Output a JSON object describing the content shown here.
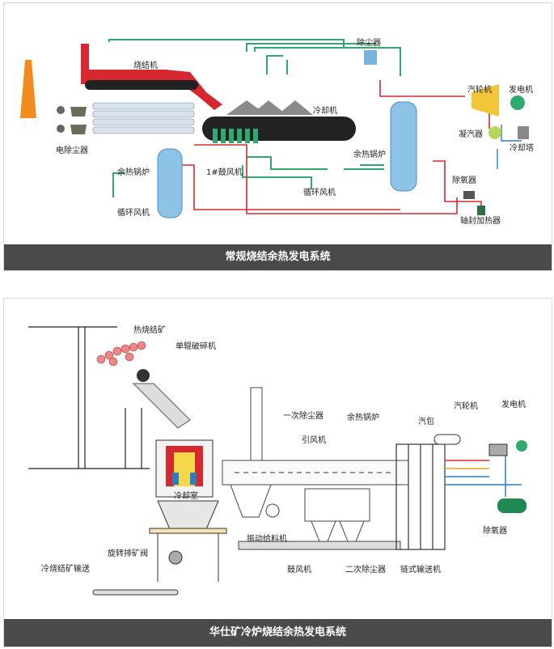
{
  "top": {
    "caption": "常规烧结余热发电系统",
    "labels": {
      "sinter": "烧结机",
      "dust_collector": "除尘器",
      "cooler": "冷却机",
      "turbine": "汽轮机",
      "generator": "发电机",
      "condenser": "凝汽器",
      "cooling_tower": "冷却塔",
      "waste_boiler_right": "余热锅炉",
      "deaerator": "除氧器",
      "gland_heater": "轴封加热器",
      "electrostatic": "电除尘器",
      "waste_boiler_left": "余热锅炉",
      "blower": "1#鼓风机",
      "circ_fan_mid": "循环风机",
      "circ_fan_left": "循环风机"
    }
  },
  "bottom": {
    "caption": "华仕矿冷炉烧结余热发电系统",
    "labels": {
      "hot_ore": "热烧结矿",
      "crusher": "单辊破碎机",
      "primary_dust": "一次除尘器",
      "induced_fan": "引风机",
      "waste_boiler": "余热锅炉",
      "drum": "汽包",
      "turbine": "汽轮机",
      "generator": "发电机",
      "cooling_chamber": "冷却室",
      "rotary_valve": "旋转排矿阀",
      "cold_conveyor": "冷烧结矿输送",
      "vib_feeder": "振动给料机",
      "blower": "鼓风机",
      "secondary_dust": "二次除尘器",
      "chain_conveyor": "链式输送机",
      "deaerator": "除氧器"
    }
  }
}
